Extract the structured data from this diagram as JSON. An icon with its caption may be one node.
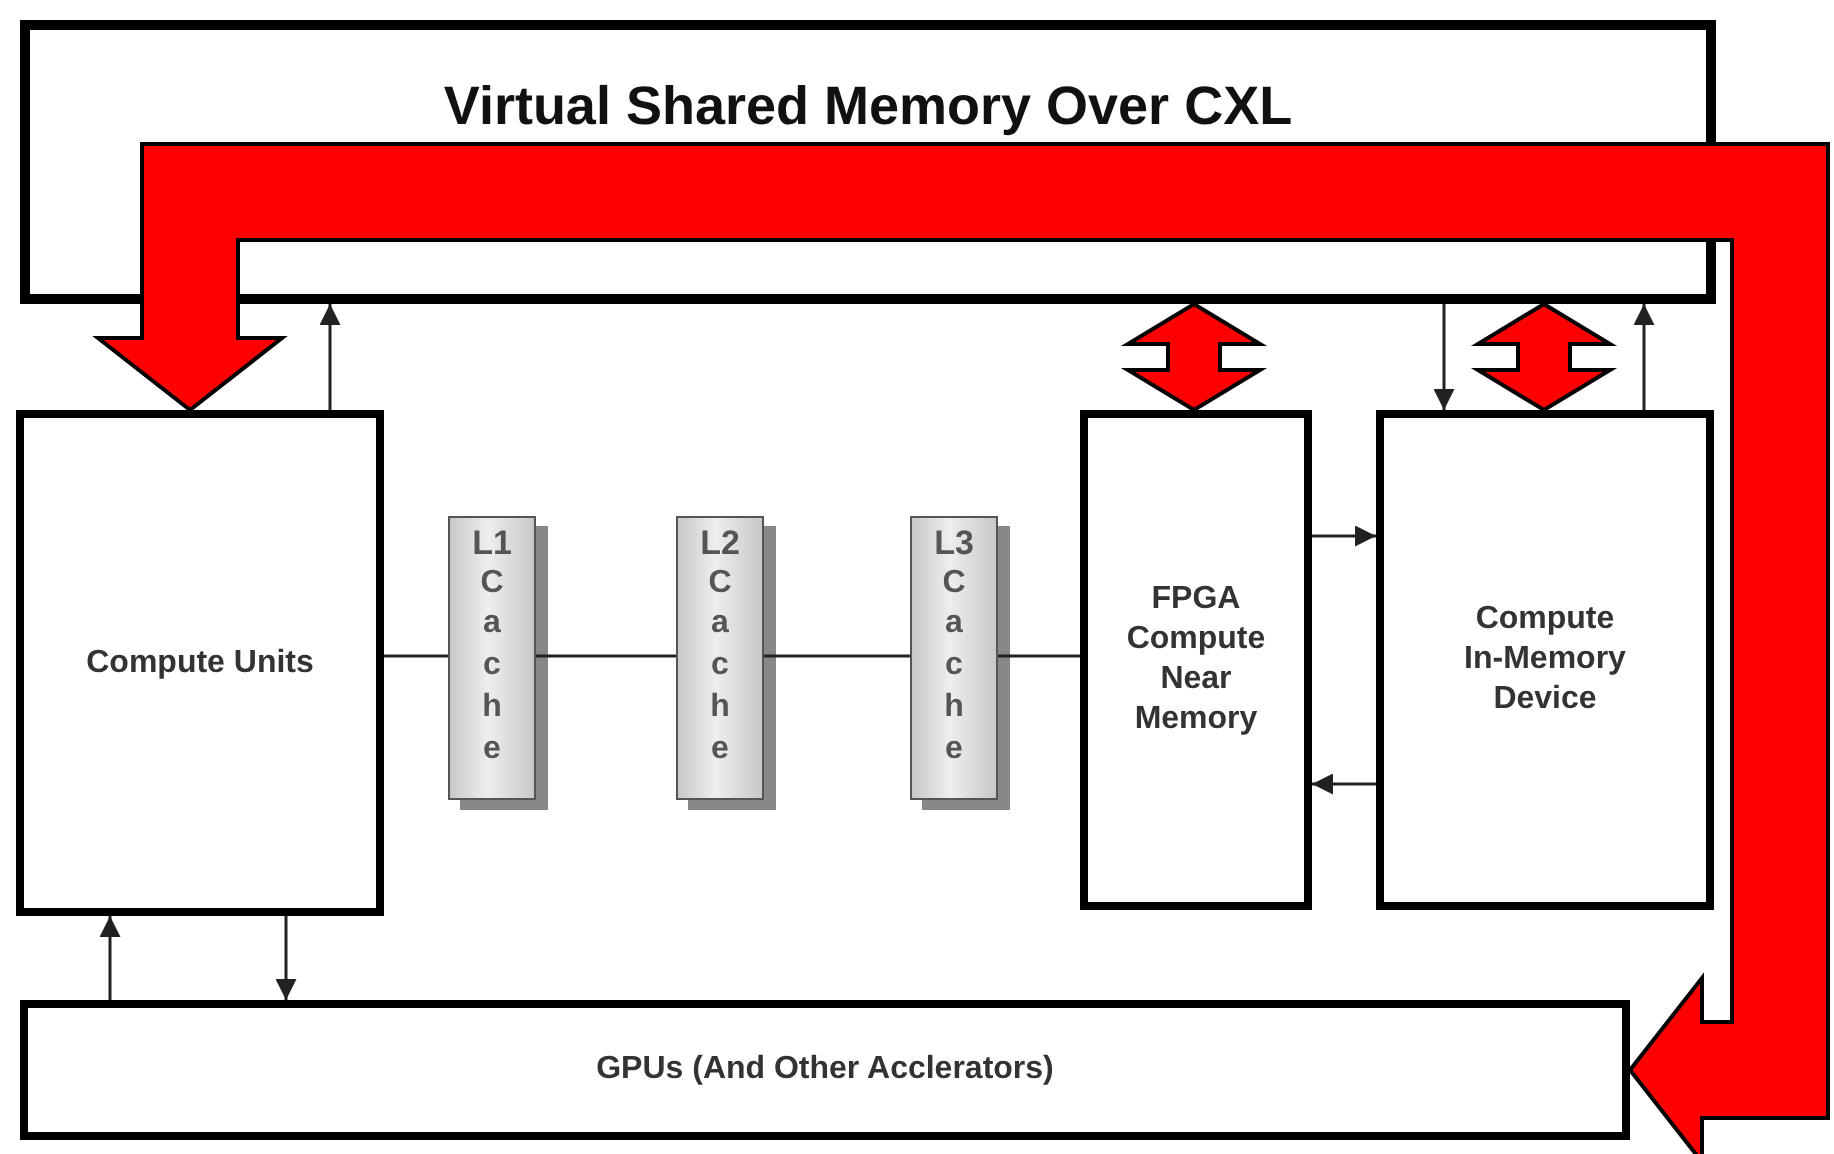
{
  "diagram": {
    "nodes": [
      {
        "text": [
          "Virtual Shared Memory Over CXL"
        ]
      },
      {
        "text": [
          "Compute Units"
        ]
      },
      {
        "text": [
          "L1",
          "Cache"
        ]
      },
      {
        "text": [
          "L2",
          "Cache"
        ]
      },
      {
        "text": [
          "L3",
          "Cache"
        ]
      },
      {
        "text": [
          "FPGA Compute Near Memory"
        ]
      },
      {
        "text": [
          "Compute In-Memory Device"
        ]
      },
      {
        "text": [
          "GPUs (And Other Acclerators)"
        ]
      }
    ],
    "edges": [
      {
        "from": 1,
        "to": 7,
        "arrow": "both",
        "style": "thick",
        "color": "#ff0000"
      },
      {
        "from": 0,
        "to": 5,
        "arrow": "both",
        "style": "thick",
        "color": "#ff0000"
      },
      {
        "from": 0,
        "to": 6,
        "arrow": "both",
        "style": "thick",
        "color": "#ff0000"
      },
      {
        "from": 1,
        "to": 0,
        "arrow": "to"
      },
      {
        "from": 0,
        "to": 6,
        "arrow": "to"
      },
      {
        "from": 6,
        "to": 0,
        "arrow": "to"
      },
      {
        "from": 1,
        "to": 2,
        "arrow": "none"
      },
      {
        "from": 2,
        "to": 3,
        "arrow": "none"
      },
      {
        "from": 3,
        "to": 4,
        "arrow": "none"
      },
      {
        "from": 4,
        "to": 5,
        "arrow": "none"
      },
      {
        "from": 5,
        "to": 6,
        "arrow": "to"
      },
      {
        "from": 6,
        "to": 5,
        "arrow": "to"
      },
      {
        "from": 7,
        "to": 1,
        "arrow": "to"
      },
      {
        "from": 1,
        "to": 7,
        "arrow": "to"
      }
    ]
  }
}
